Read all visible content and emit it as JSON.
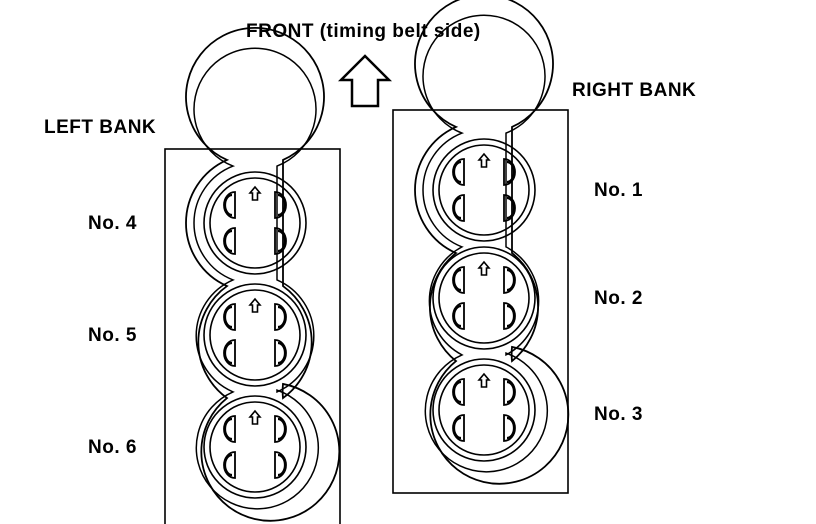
{
  "labels": {
    "front": "FRONT (timing belt side)",
    "left_bank": "LEFT BANK",
    "right_bank": "RIGHT BANK"
  },
  "left_bank_cylinders": [
    "No. 4",
    "No. 5",
    "No. 6"
  ],
  "right_bank_cylinders": [
    "No. 1",
    "No. 2",
    "No. 3"
  ],
  "colors": {
    "line": "#000000",
    "background": "#ffffff"
  }
}
